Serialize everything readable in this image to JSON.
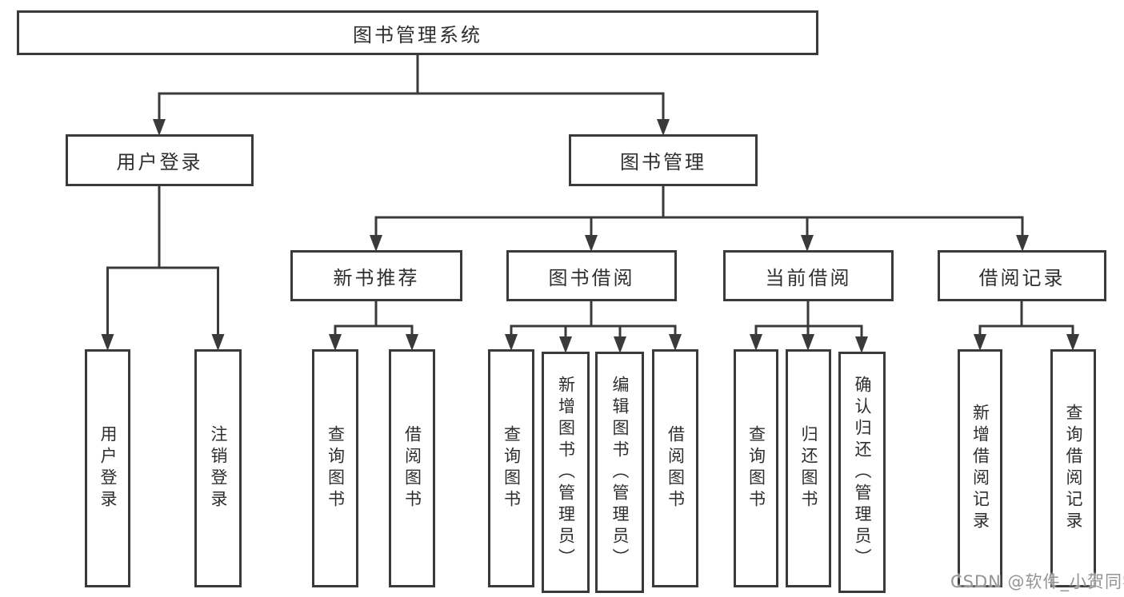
{
  "colors": {
    "line": "#3a3a3a",
    "text": "#2e2e2e",
    "watermark": "#949494",
    "background": "#ffffff"
  },
  "watermark": "CSDN @软件_小贺同学",
  "tree": {
    "root": {
      "label": "图书管理系统",
      "children": [
        {
          "label": "用户登录",
          "children": [
            {
              "label": "用户登录"
            },
            {
              "label": "注销登录"
            }
          ]
        },
        {
          "label": "图书管理",
          "children": [
            {
              "label": "新书推荐",
              "children": [
                {
                  "label": "查询图书"
                },
                {
                  "label": "借阅图书"
                }
              ]
            },
            {
              "label": "图书借阅",
              "children": [
                {
                  "label": "查询图书"
                },
                {
                  "label": "新增图书（管理员）"
                },
                {
                  "label": "编辑图书（管理员）"
                },
                {
                  "label": "借阅图书"
                }
              ]
            },
            {
              "label": "当前借阅",
              "children": [
                {
                  "label": "查询图书"
                },
                {
                  "label": "归还图书"
                },
                {
                  "label": "确认归还（管理员）"
                }
              ]
            },
            {
              "label": "借阅记录",
              "children": [
                {
                  "label": "新增借阅记录"
                },
                {
                  "label": "查询借阅记录"
                }
              ]
            }
          ]
        }
      ]
    }
  }
}
